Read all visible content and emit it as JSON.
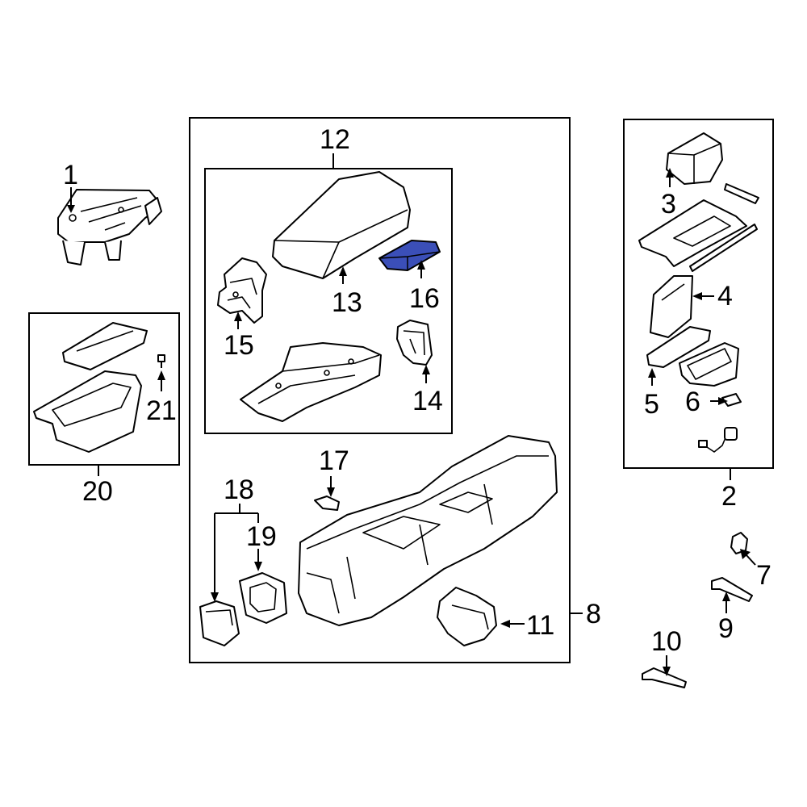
{
  "colors": {
    "background": "#ffffff",
    "line": "#000000",
    "highlight": "#3b4fb8"
  },
  "callouts": {
    "c1": "1",
    "c2": "2",
    "c3": "3",
    "c4": "4",
    "c5": "5",
    "c6": "6",
    "c7": "7",
    "c8": "8",
    "c9": "9",
    "c10": "10",
    "c11": "11",
    "c12": "12",
    "c13": "13",
    "c14": "14",
    "c15": "15",
    "c16": "16",
    "c17": "17",
    "c18": "18",
    "c19": "19",
    "c20": "20",
    "c21": "21"
  },
  "highlighted_part": "16"
}
